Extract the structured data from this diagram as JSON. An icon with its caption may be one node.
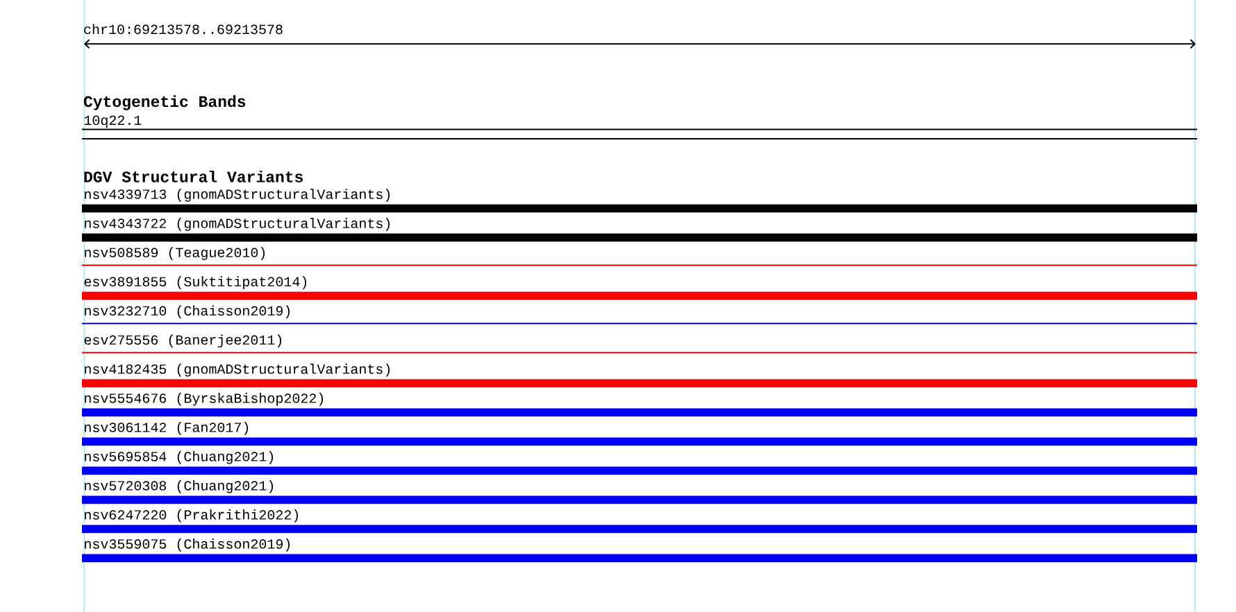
{
  "diagram": {
    "labels": [
      "chr10:69213578..69213578",
      "Cytogenetic Bands",
      "DGV Structural Variants"
    ],
    "nodes": [
      {
        "text": [
          "10q22.1"
        ]
      },
      {
        "text": [
          "nsv4339713 (gnomADStructuralVariants)"
        ]
      },
      {
        "text": [
          "nsv4343722 (gnomADStructuralVariants)"
        ]
      },
      {
        "text": [
          "nsv508589 (Teague2010)"
        ]
      },
      {
        "text": [
          "esv3891855 (Suktitipat2014)"
        ]
      },
      {
        "text": [
          "nsv3232710 (Chaisson2019)"
        ]
      },
      {
        "text": [
          "esv275556 (Banerjee2011)"
        ]
      },
      {
        "text": [
          "nsv4182435 (gnomADStructuralVariants)"
        ]
      },
      {
        "text": [
          "nsv5554676 (ByrskaBishop2022)"
        ]
      },
      {
        "text": [
          "nsv3061142 (Fan2017)"
        ]
      },
      {
        "text": [
          "nsv5695854 (Chuang2021)"
        ]
      },
      {
        "text": [
          "nsv5720308 (Chuang2021)"
        ]
      },
      {
        "text": [
          "nsv6247220 (Prakrithi2022)"
        ]
      },
      {
        "text": [
          "nsv3559075 (Chaisson2019)"
        ]
      }
    ]
  }
}
